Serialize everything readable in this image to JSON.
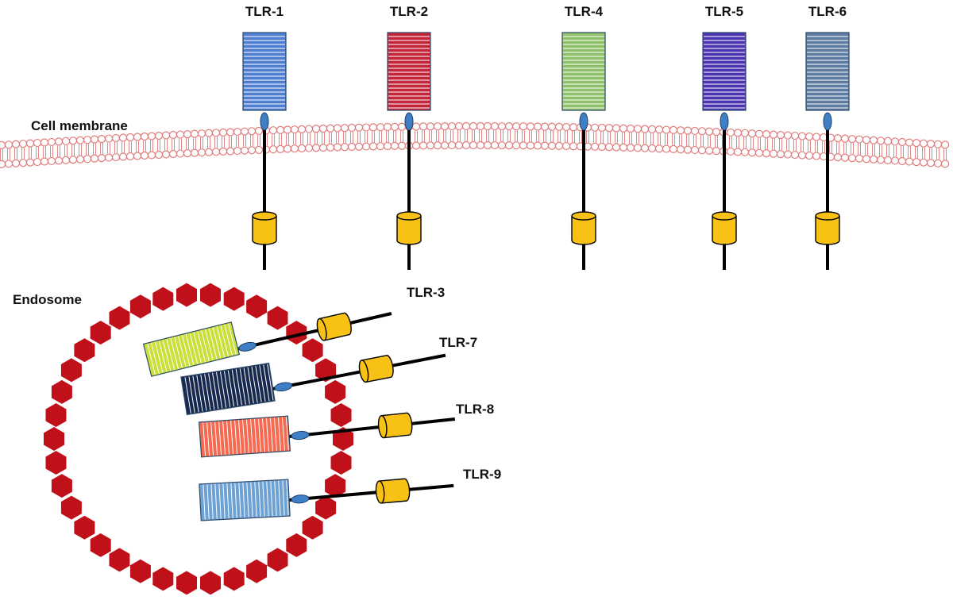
{
  "labels": {
    "cell_membrane": "Cell membrane",
    "endosome": "Endosome"
  },
  "surface_receptors": [
    {
      "name": "TLR-1",
      "color": "#4f7fd1"
    },
    {
      "name": "TLR-2",
      "color": "#c32639"
    },
    {
      "name": "TLR-4",
      "color": "#8fc16a"
    },
    {
      "name": "TLR-5",
      "color": "#4b34b0"
    },
    {
      "name": "TLR-6",
      "color": "#5e7ba1"
    }
  ],
  "endosomal_receptors": [
    {
      "name": "TLR-3",
      "color": "#c9df3c"
    },
    {
      "name": "TLR-7",
      "color": "#17294f"
    },
    {
      "name": "TLR-8",
      "color": "#f66a52"
    },
    {
      "name": "TLR-9",
      "color": "#6fa2d4"
    }
  ],
  "colors": {
    "membrane": "#e07a7a",
    "endosome": "#c0111b",
    "tir_domain": "#f7c115",
    "transmembrane_knob": "#3f7fc6",
    "stalk": "#000000"
  }
}
